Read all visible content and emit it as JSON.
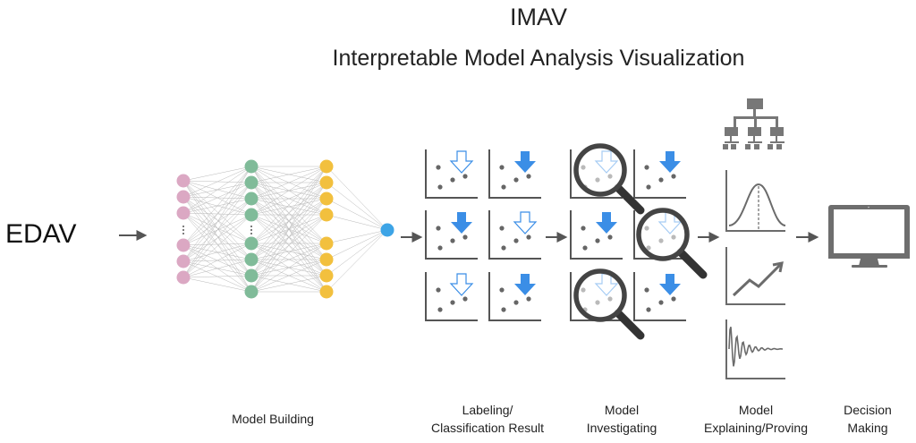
{
  "title": "IMAV",
  "subtitle": "Interpretable Model Analysis Visualization",
  "source_label": "EDAV",
  "stages": [
    {
      "label": "Model Building"
    },
    {
      "label_line1": "Labeling/",
      "label_line2": "Classification Result"
    },
    {
      "label_line1": "Model",
      "label_line2": "Investigating"
    },
    {
      "label_line1": "Model",
      "label_line2": "Explaining/Proving"
    },
    {
      "label_line1": "Decision",
      "label_line2": "Making"
    }
  ],
  "icons": {
    "network": "neural-network-icon",
    "scatter": "scatter-plot-icon",
    "magnifier": "magnifier-icon",
    "hierarchy": "org-chart-icon",
    "bell": "bell-curve-icon",
    "trend": "trend-up-icon",
    "wave": "damped-wave-icon",
    "monitor": "monitor-icon"
  },
  "colors": {
    "input_nodes": "#dba8c3",
    "hidden1_nodes": "#80bb99",
    "hidden2_nodes": "#f2c03e",
    "output_node": "#3da4e6",
    "arrow_blue": "#3b8ee6",
    "gray": "#6b6b6b"
  }
}
